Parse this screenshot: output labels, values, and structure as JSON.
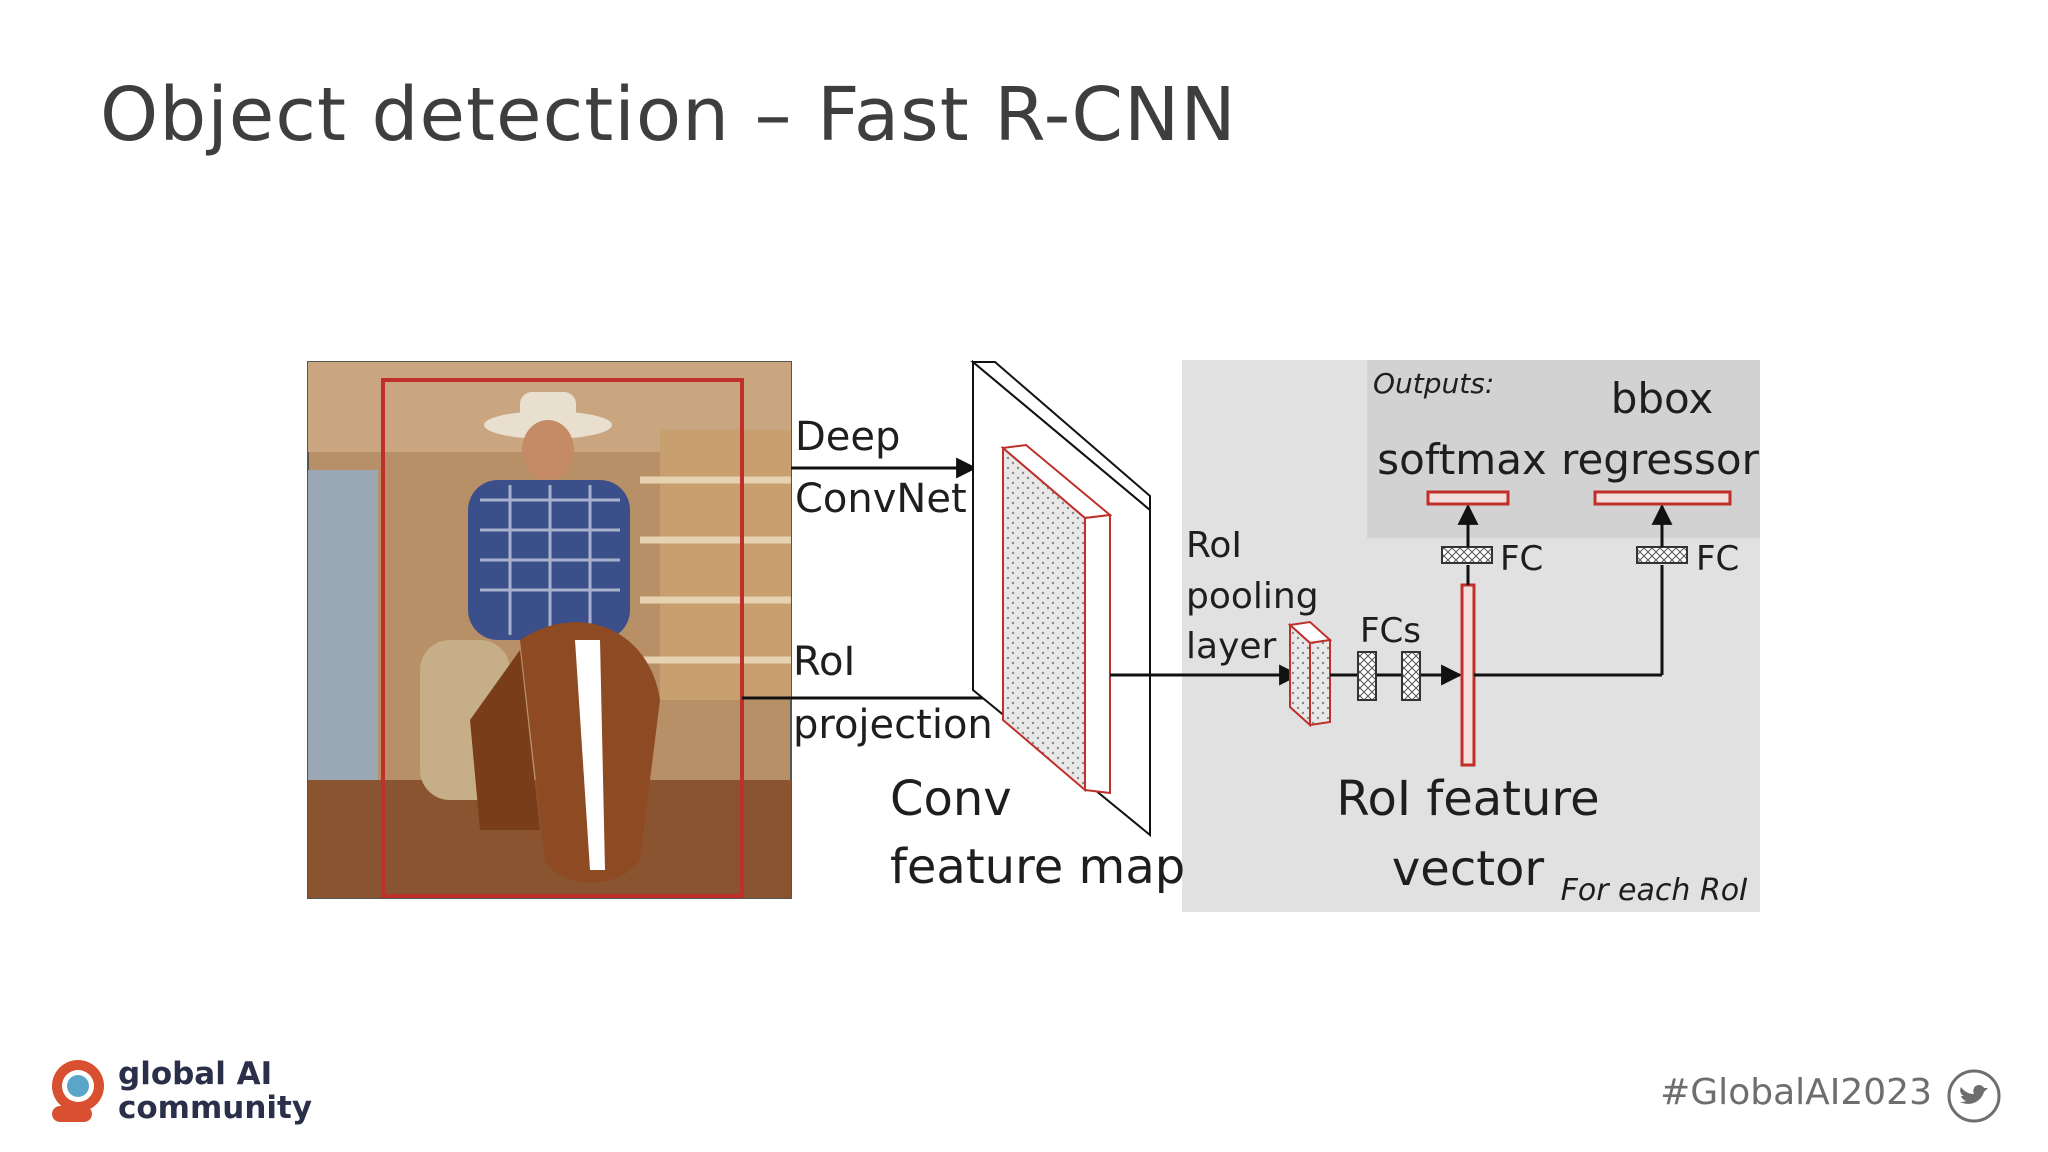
{
  "slide": {
    "title": "Object detection – Fast R-CNN"
  },
  "diagram": {
    "labels": {
      "deep": "Deep",
      "convnet": "ConvNet",
      "roi": "RoI",
      "projection": "projection",
      "conv": "Conv",
      "feature_map": "feature map",
      "roi_pool_1": "RoI",
      "roi_pool_2": "pooling",
      "roi_pool_3": "layer",
      "fcs": "FCs",
      "outputs": "Outputs:",
      "softmax": "softmax",
      "bbox": "bbox",
      "regressor": "regressor",
      "fc_left": "FC",
      "fc_right": "FC",
      "roi_feature": "RoI feature",
      "vector": "vector",
      "for_each": "For each RoI"
    },
    "colors": {
      "box_red": "#c0302b",
      "panel_gray": "#e1e1e1",
      "output_gray": "#d2d2d2"
    }
  },
  "footer": {
    "logo_line1": "global AI",
    "logo_line2": "community",
    "hashtag": "#GlobalAI2023",
    "social_icon": "twitter-bird-icon"
  }
}
